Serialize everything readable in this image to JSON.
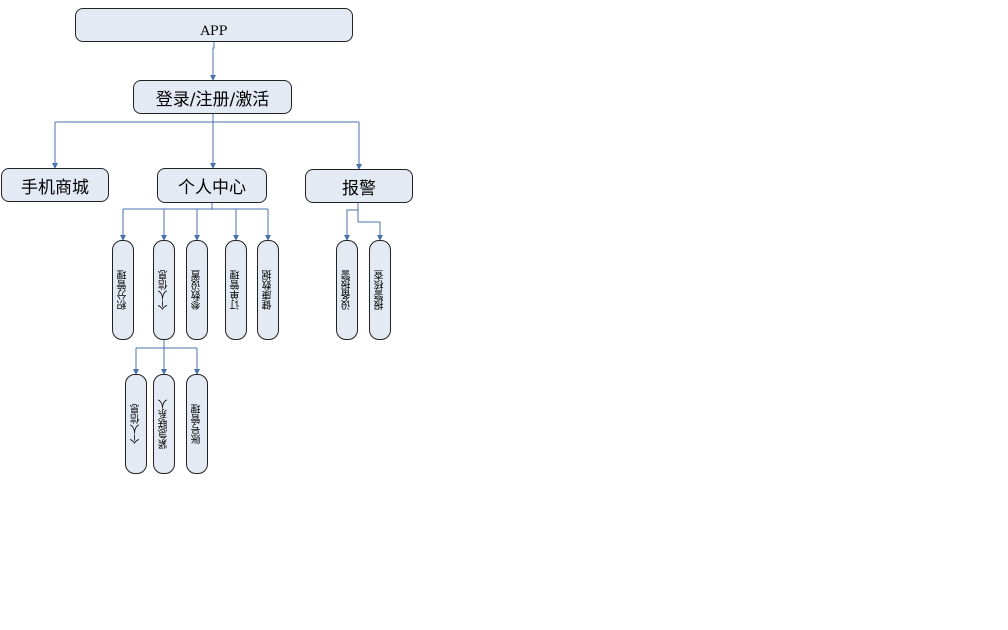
{
  "diagram": {
    "root": {
      "label": "APP"
    },
    "login": {
      "label": "登录/注册/激活"
    },
    "branches": {
      "mall": {
        "label": "手机商城"
      },
      "personal_center": {
        "label": "个人中心",
        "children": [
          {
            "label": "积分管理"
          },
          {
            "label": "个人信息"
          },
          {
            "label": "参数设置"
          },
          {
            "label": "订单管理"
          },
          {
            "label": "健康数据"
          }
        ],
        "personal_info_children": [
          {
            "label": "个人信息"
          },
          {
            "label": "紧急联系人"
          },
          {
            "label": "账号管理"
          }
        ]
      },
      "alarm": {
        "label": "报警",
        "children": [
          {
            "label": "设备报警"
          },
          {
            "label": "报警核查"
          }
        ]
      }
    },
    "colors": {
      "node_fill": "#e4eaf4",
      "node_border": "#222222",
      "connector": "#4a72b0"
    }
  }
}
